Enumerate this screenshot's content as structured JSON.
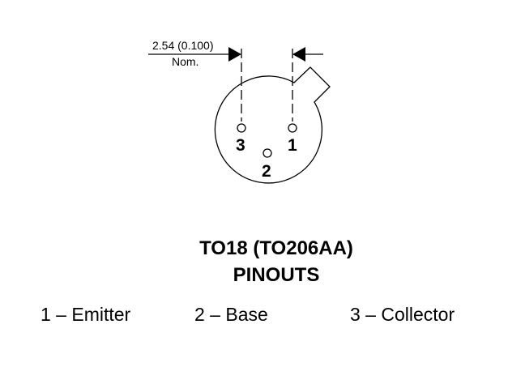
{
  "dimension": {
    "value": "2.54 (0.100)",
    "note": "Nom."
  },
  "pins": [
    {
      "number": "1",
      "name": "Emitter"
    },
    {
      "number": "2",
      "name": "Base"
    },
    {
      "number": "3",
      "name": "Collector"
    }
  ],
  "title": {
    "line1": "TO18 (TO206AA)",
    "line2": "PINOUTS"
  },
  "legend": [
    "1 – Emitter",
    "2 – Base",
    "3 – Collector"
  ]
}
